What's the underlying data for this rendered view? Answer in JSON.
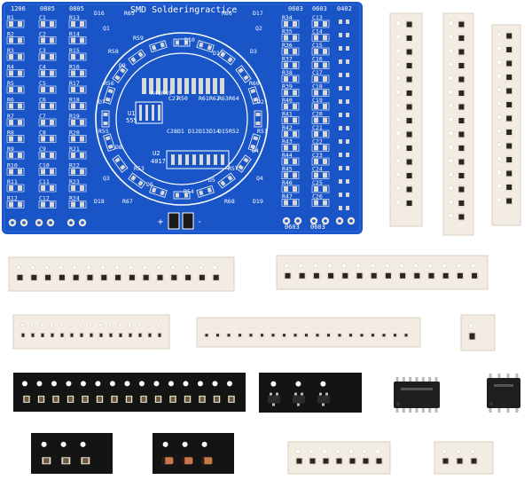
{
  "pcb": {
    "title": "SMD Solderingractice",
    "size_headers": [
      "1206",
      "0805",
      "0805",
      "0603",
      "0603",
      "0402"
    ],
    "bottom_size_labels": [
      "0603",
      "0603"
    ],
    "col_a": [
      "R1",
      "R2",
      "R3",
      "R4",
      "R5",
      "R6",
      "R7",
      "R8",
      "R9",
      "R10",
      "R11",
      "R12"
    ],
    "col_b": [
      "C1",
      "C2",
      "C3",
      "C4",
      "C5",
      "C6",
      "C7",
      "C8",
      "C9",
      "C10",
      "C11",
      "C12"
    ],
    "col_c": [
      "R13",
      "R14",
      "R15",
      "R16",
      "R17",
      "R18",
      "R19",
      "R20",
      "R21",
      "R22",
      "R23",
      "R24"
    ],
    "col_r1": [
      "R34",
      "R35",
      "R36",
      "R37",
      "R38",
      "R39",
      "R40",
      "R41",
      "R42",
      "R43",
      "R44",
      "R45",
      "R46",
      "R47"
    ],
    "col_r2": [
      "C13",
      "C14",
      "C15",
      "C16",
      "C17",
      "C18",
      "C19",
      "C20",
      "C21",
      "C22",
      "C23",
      "C24",
      "C25",
      "C26"
    ],
    "misc_labels": [
      "D16",
      "R65",
      "R66",
      "D17",
      "Q1",
      "Q2",
      "D18",
      "R67",
      "R68",
      "D19",
      "Q3",
      "Q4",
      "R56",
      "R60",
      "D7",
      "D2",
      "R55",
      "R51",
      "U1",
      "555",
      "U2",
      "4017",
      "R48",
      "R49",
      "C27",
      "R50",
      "R61",
      "R62",
      "R63",
      "R64",
      "C28",
      "D1",
      "D12",
      "D13",
      "D14",
      "D15",
      "R52",
      "R53",
      "R54",
      "R57",
      "R58",
      "R59",
      "D3",
      "D4",
      "D5",
      "D6",
      "D8",
      "D9",
      "D10",
      "D11",
      "+",
      "-"
    ]
  },
  "icons": [
    "pcb-board-icon",
    "smd-tape-strip-icon",
    "sop-ic-icon",
    "diode-icon"
  ],
  "colors": {
    "pcb_blue": "#1a55c8",
    "pcb_dark": "#0f3ea0",
    "silk": "#ffffff",
    "tape_paper": "#f3ece2",
    "tape_black": "#141414",
    "resistor_body": "#2a2522",
    "pad_metal": "#c9c2b5"
  }
}
